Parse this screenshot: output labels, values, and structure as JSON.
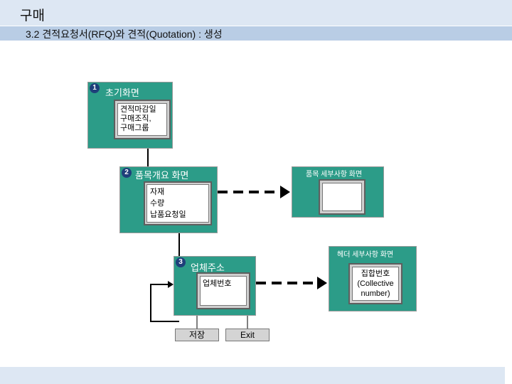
{
  "header": {
    "title": "구매"
  },
  "subheader": {
    "title": "3.2 견적요청서(RFQ)와 견적(Quotation) : 생성"
  },
  "steps": [
    {
      "number": "1",
      "title": "초기화면",
      "lines": [
        "견적마감일",
        "구매조직,",
        "구매그룹"
      ]
    },
    {
      "number": "2",
      "title": "품목개요 화면",
      "lines": [
        "자재",
        "수량",
        "납품요청일"
      ]
    },
    {
      "number": "3",
      "title": "업체주소",
      "lines": [
        "업체번호"
      ]
    }
  ],
  "item_detail": {
    "title": "품목 세부사항 화면"
  },
  "header_detail": {
    "title": "헤더 세부사항 화면",
    "text": "집합번호 (Collective number)"
  },
  "buttons": {
    "save": "저장",
    "exit": "Exit"
  }
}
